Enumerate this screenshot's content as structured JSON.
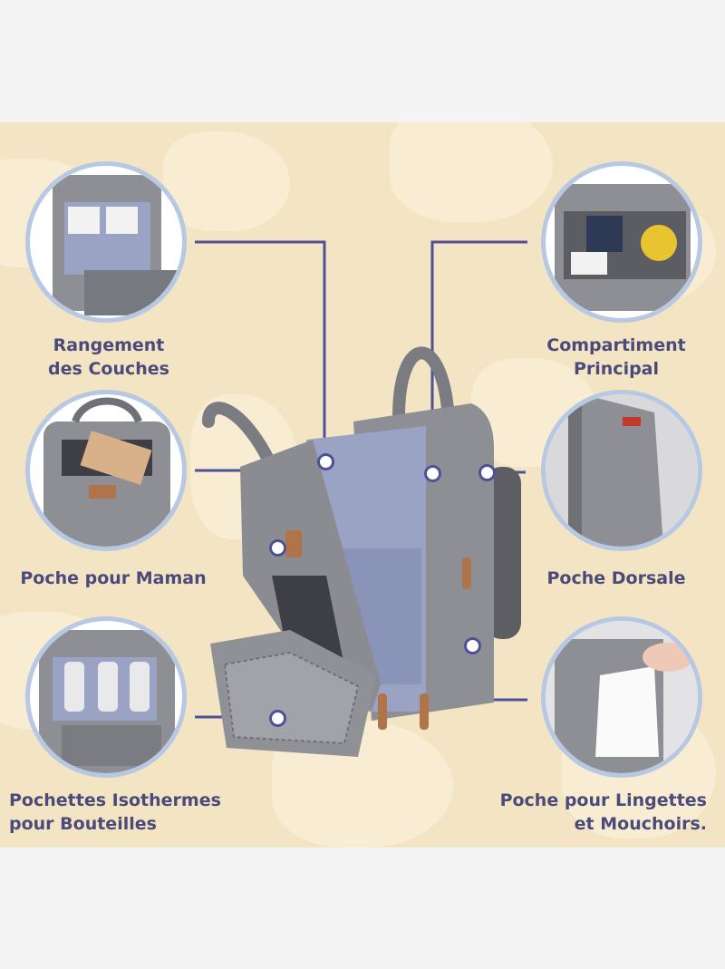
{
  "callouts": {
    "diapers": {
      "line1": "Rangement",
      "line2": "des Couches"
    },
    "main": {
      "line1": "Compartiment",
      "line2": "Principal"
    },
    "mom": {
      "line1": "Poche pour Maman"
    },
    "back": {
      "line1": "Poche Dorsale"
    },
    "bottles": {
      "line1": "Pochettes Isothermes",
      "line2": "pour Bouteilles"
    },
    "wipes": {
      "line1": "Poche pour Lingettes",
      "line2": "et Mouchoirs."
    }
  },
  "colors": {
    "background": "#f3e5c4",
    "circle_border": "#b7c8e3",
    "connector": "#4f5196",
    "label_text": "#4a4b7a",
    "bag_grey": "#8d8f95",
    "lining": "#9aa3c4"
  }
}
